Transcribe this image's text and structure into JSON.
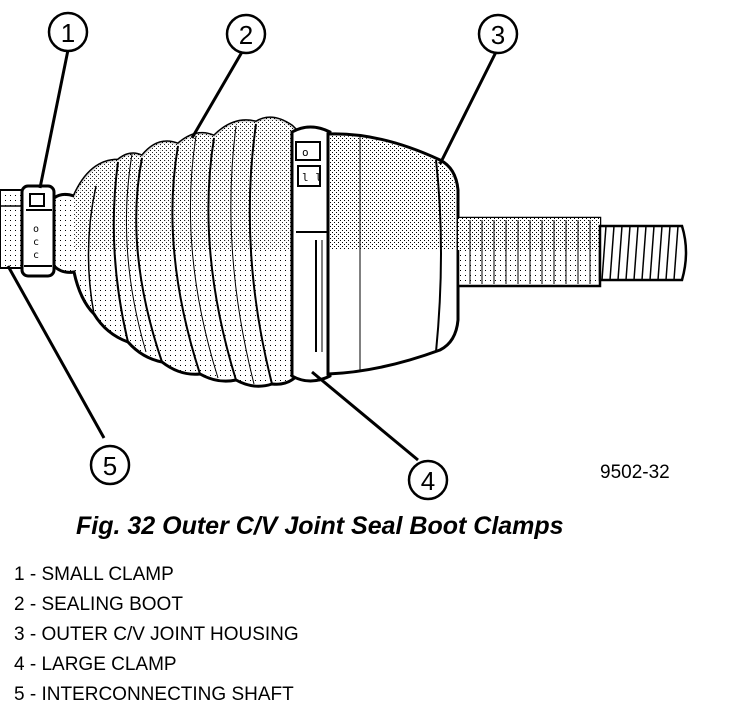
{
  "figure": {
    "number_label": "9502-32",
    "callouts": [
      "1",
      "2",
      "3",
      "4",
      "5"
    ],
    "caption": "Fig. 32 Outer C/V Joint Seal Boot Clamps"
  },
  "legend": [
    "1 - SMALL CLAMP",
    "2 - SEALING BOOT",
    "3 - OUTER C/V JOINT HOUSING",
    "4 - LARGE CLAMP",
    "5 - INTERCONNECTING SHAFT"
  ]
}
